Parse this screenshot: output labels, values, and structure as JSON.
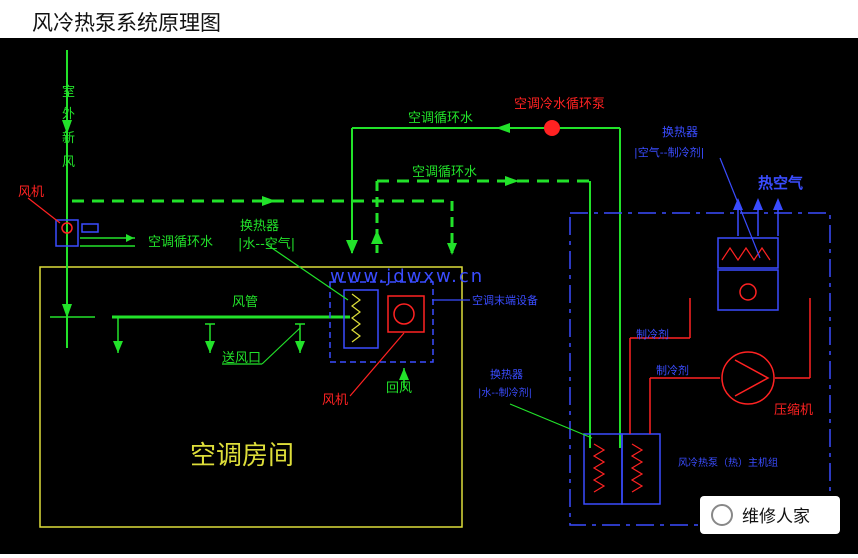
{
  "page_title": "风冷热泵系统原理图",
  "labels": {
    "outdoor_air": [
      "室",
      "外",
      "新",
      "风"
    ],
    "fan_left": "风机",
    "circ_water_left": "空调循环水",
    "heat_exchanger": "换热器",
    "water_air": "|水--空气|",
    "circ_water_top": "空调循环水",
    "circ_water_mid": "空调循环水",
    "pump": "空调冷水循环泵",
    "watermark": "www.jdwxw.cn",
    "ac_terminal": "空调末端设备",
    "air_duct": "风管",
    "supply_vent": "送风口",
    "fan_mid": "风机",
    "return_air": "回风",
    "room": "空调房间",
    "hx_right_top": "换热器",
    "air_refrigerant": "|空气--制冷剂|",
    "hot_air": "热空气",
    "refrigerant_1": "制冷剂",
    "refrigerant_2": "制冷剂",
    "compressor": "压缩机",
    "hx_bottom": "换热器",
    "water_refrigerant": "|水--制冷剂|",
    "unit_name": "风冷热泵（热）主机组",
    "brand": "维修人家"
  },
  "colors": {
    "green": "#22e22a",
    "red": "#ff2222",
    "yellow": "#dede3a",
    "blue": "#3a4cff",
    "white": "#f2f2f2"
  }
}
